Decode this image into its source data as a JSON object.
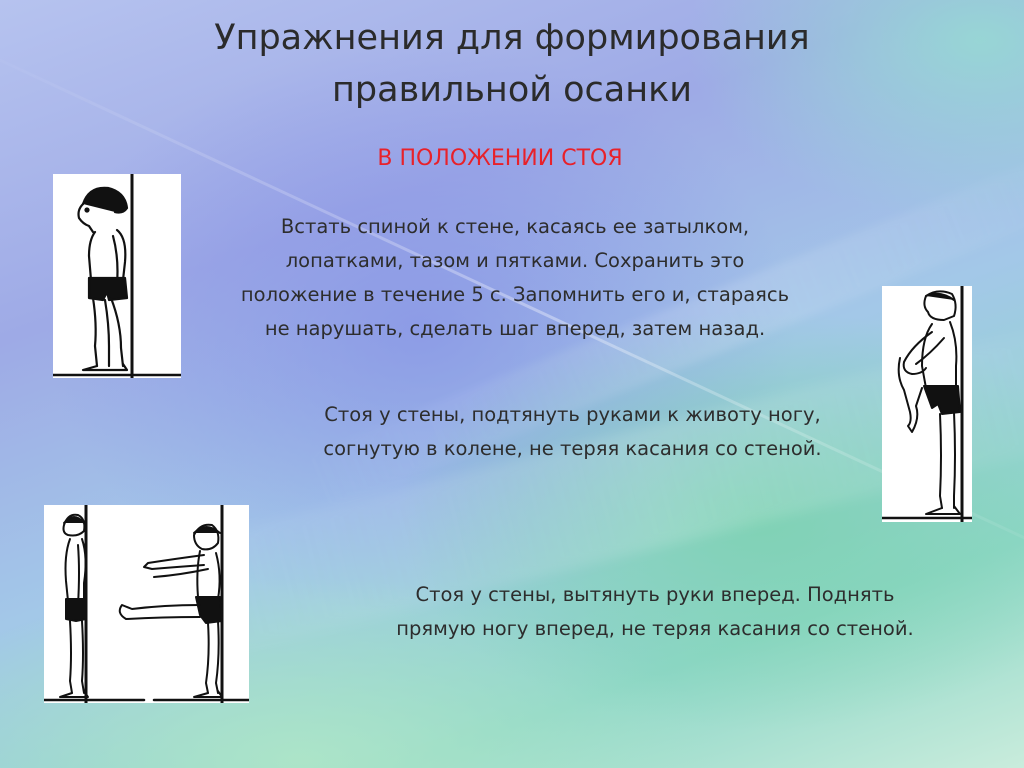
{
  "slide": {
    "title_line1": "Упражнения для формирования",
    "title_line2": "правильной осанки",
    "subtitle": "В ПОЛОЖЕНИИ СТОЯ",
    "paragraphs": [
      {
        "line1": "Встать спиной к стене, касаясь ее затылком,",
        "line2": "лопатками, тазом и пятками. Сохранить это",
        "line3": "положение в течение 5 с. Запомнить его и, стараясь",
        "line4": "не нарушать, сделать шаг вперед, затем назад."
      },
      {
        "line1": "Стоя у стены, подтянуть руками к животу ногу,",
        "line2": "согнутую в колене, не теряя касания со стеной."
      },
      {
        "line1": "Стоя у стены, вытянуть руки вперед. Поднять",
        "line2": "прямую ногу вперед, не теряя касания со стеной."
      }
    ]
  },
  "colors": {
    "title": "#2b2b2b",
    "subtitle": "#e8212a",
    "body_text": "#2d2d2d"
  },
  "figures": [
    {
      "icon": "person-standing-against-wall-icon"
    },
    {
      "icon": "person-knee-to-chest-at-wall-icon"
    },
    {
      "icon": "person-arms-forward-leg-raised-at-wall-icon"
    }
  ]
}
